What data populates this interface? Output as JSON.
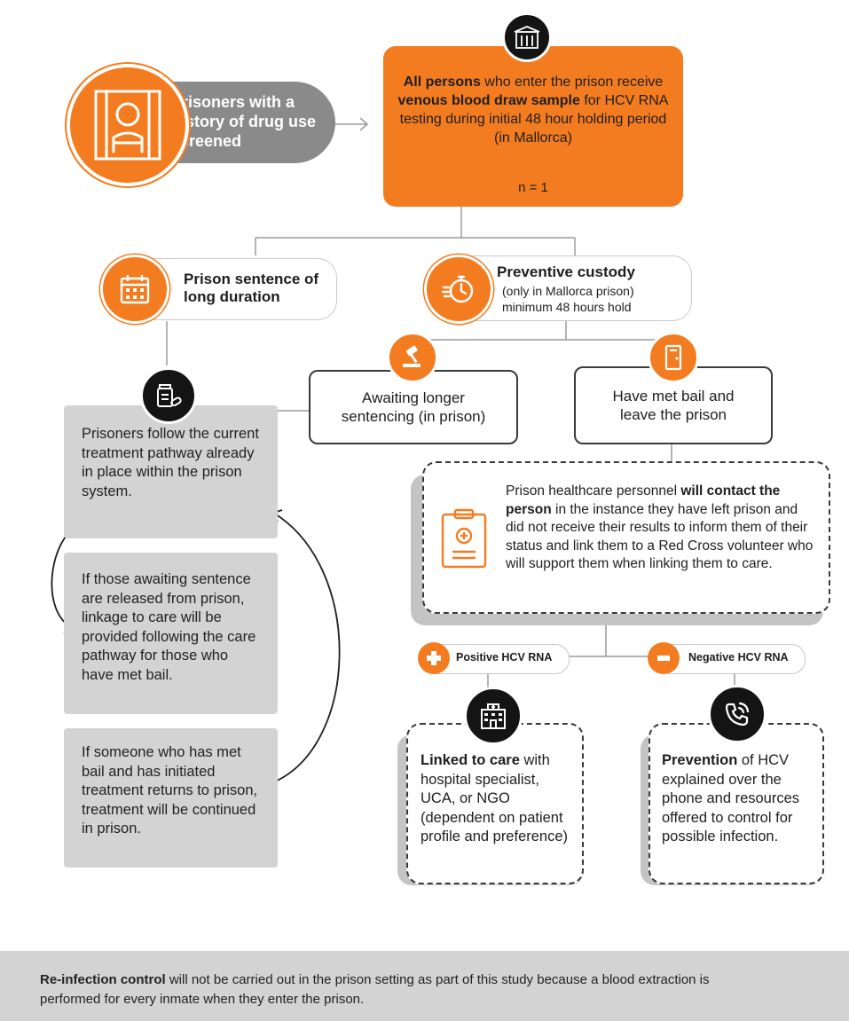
{
  "screening": {
    "label": "Prisoners with a history of drug use screened"
  },
  "all_persons": {
    "bold1": "All persons",
    "text1": " who enter the prison receive ",
    "bold2": "venous blood draw sample",
    "text2": " for HCV RNA testing during initial 48 hour holding period (in Mallorca)",
    "n": "n = 1"
  },
  "long_sentence": {
    "label": "Prison sentence of long duration"
  },
  "preventive": {
    "title": "Preventive custody",
    "line2": "(only in Mallorca prison)",
    "line3": "minimum 48 hours hold"
  },
  "awaiting": {
    "label": "Awaiting longer sentencing (in prison)"
  },
  "bail": {
    "label": "Have met bail and leave the prison"
  },
  "left_panel": {
    "box1": "Prisoners follow the current treatment pathway already in place within the prison system.",
    "box2": "If those awaiting sentence are released from prison, linkage to care will be provided following the care pathway for those who have met bail.",
    "box3": "If someone who has met bail and has initiated treatment returns to prison, treatment will be continued in prison."
  },
  "contact": {
    "t1": "Prison healthcare personnel ",
    "b1": "will contact the person",
    "t2": " in the instance they have left prison and did not receive their results to inform them of their status and link them to a Red Cross volunteer who will support them when linking them to care."
  },
  "positive": {
    "label": "Positive HCV RNA"
  },
  "negative": {
    "label": "Negative HCV RNA"
  },
  "linked": {
    "bold": "Linked to care",
    "text": " with hospital specialist, UCA, or NGO (dependent on patient profile and preference)"
  },
  "prevention": {
    "bold": "Prevention",
    "text": " of HCV explained over the phone and resources offered to control for possible infection."
  },
  "footer": {
    "bold": "Re-infection control",
    "text": " will not be carried out in the prison setting as part of this study because a blood extraction is performed for every inmate when they enter the prison."
  },
  "colors": {
    "orange": "#f47c20",
    "gray_box": "#d3d3d3",
    "dark": "#141414"
  },
  "icons": {
    "prisoner": "prisoner-behind-bars-icon",
    "prison_building": "prison-building-icon",
    "calendar": "calendar-icon",
    "stopwatch": "stopwatch-icon",
    "gavel": "gavel-icon",
    "door": "exit-door-icon",
    "medicine": "medicine-bottle-icon",
    "clipboard": "medical-clipboard-icon",
    "plus": "plus-icon",
    "minus": "minus-icon",
    "hospital": "hospital-icon",
    "phone": "phone-icon"
  }
}
